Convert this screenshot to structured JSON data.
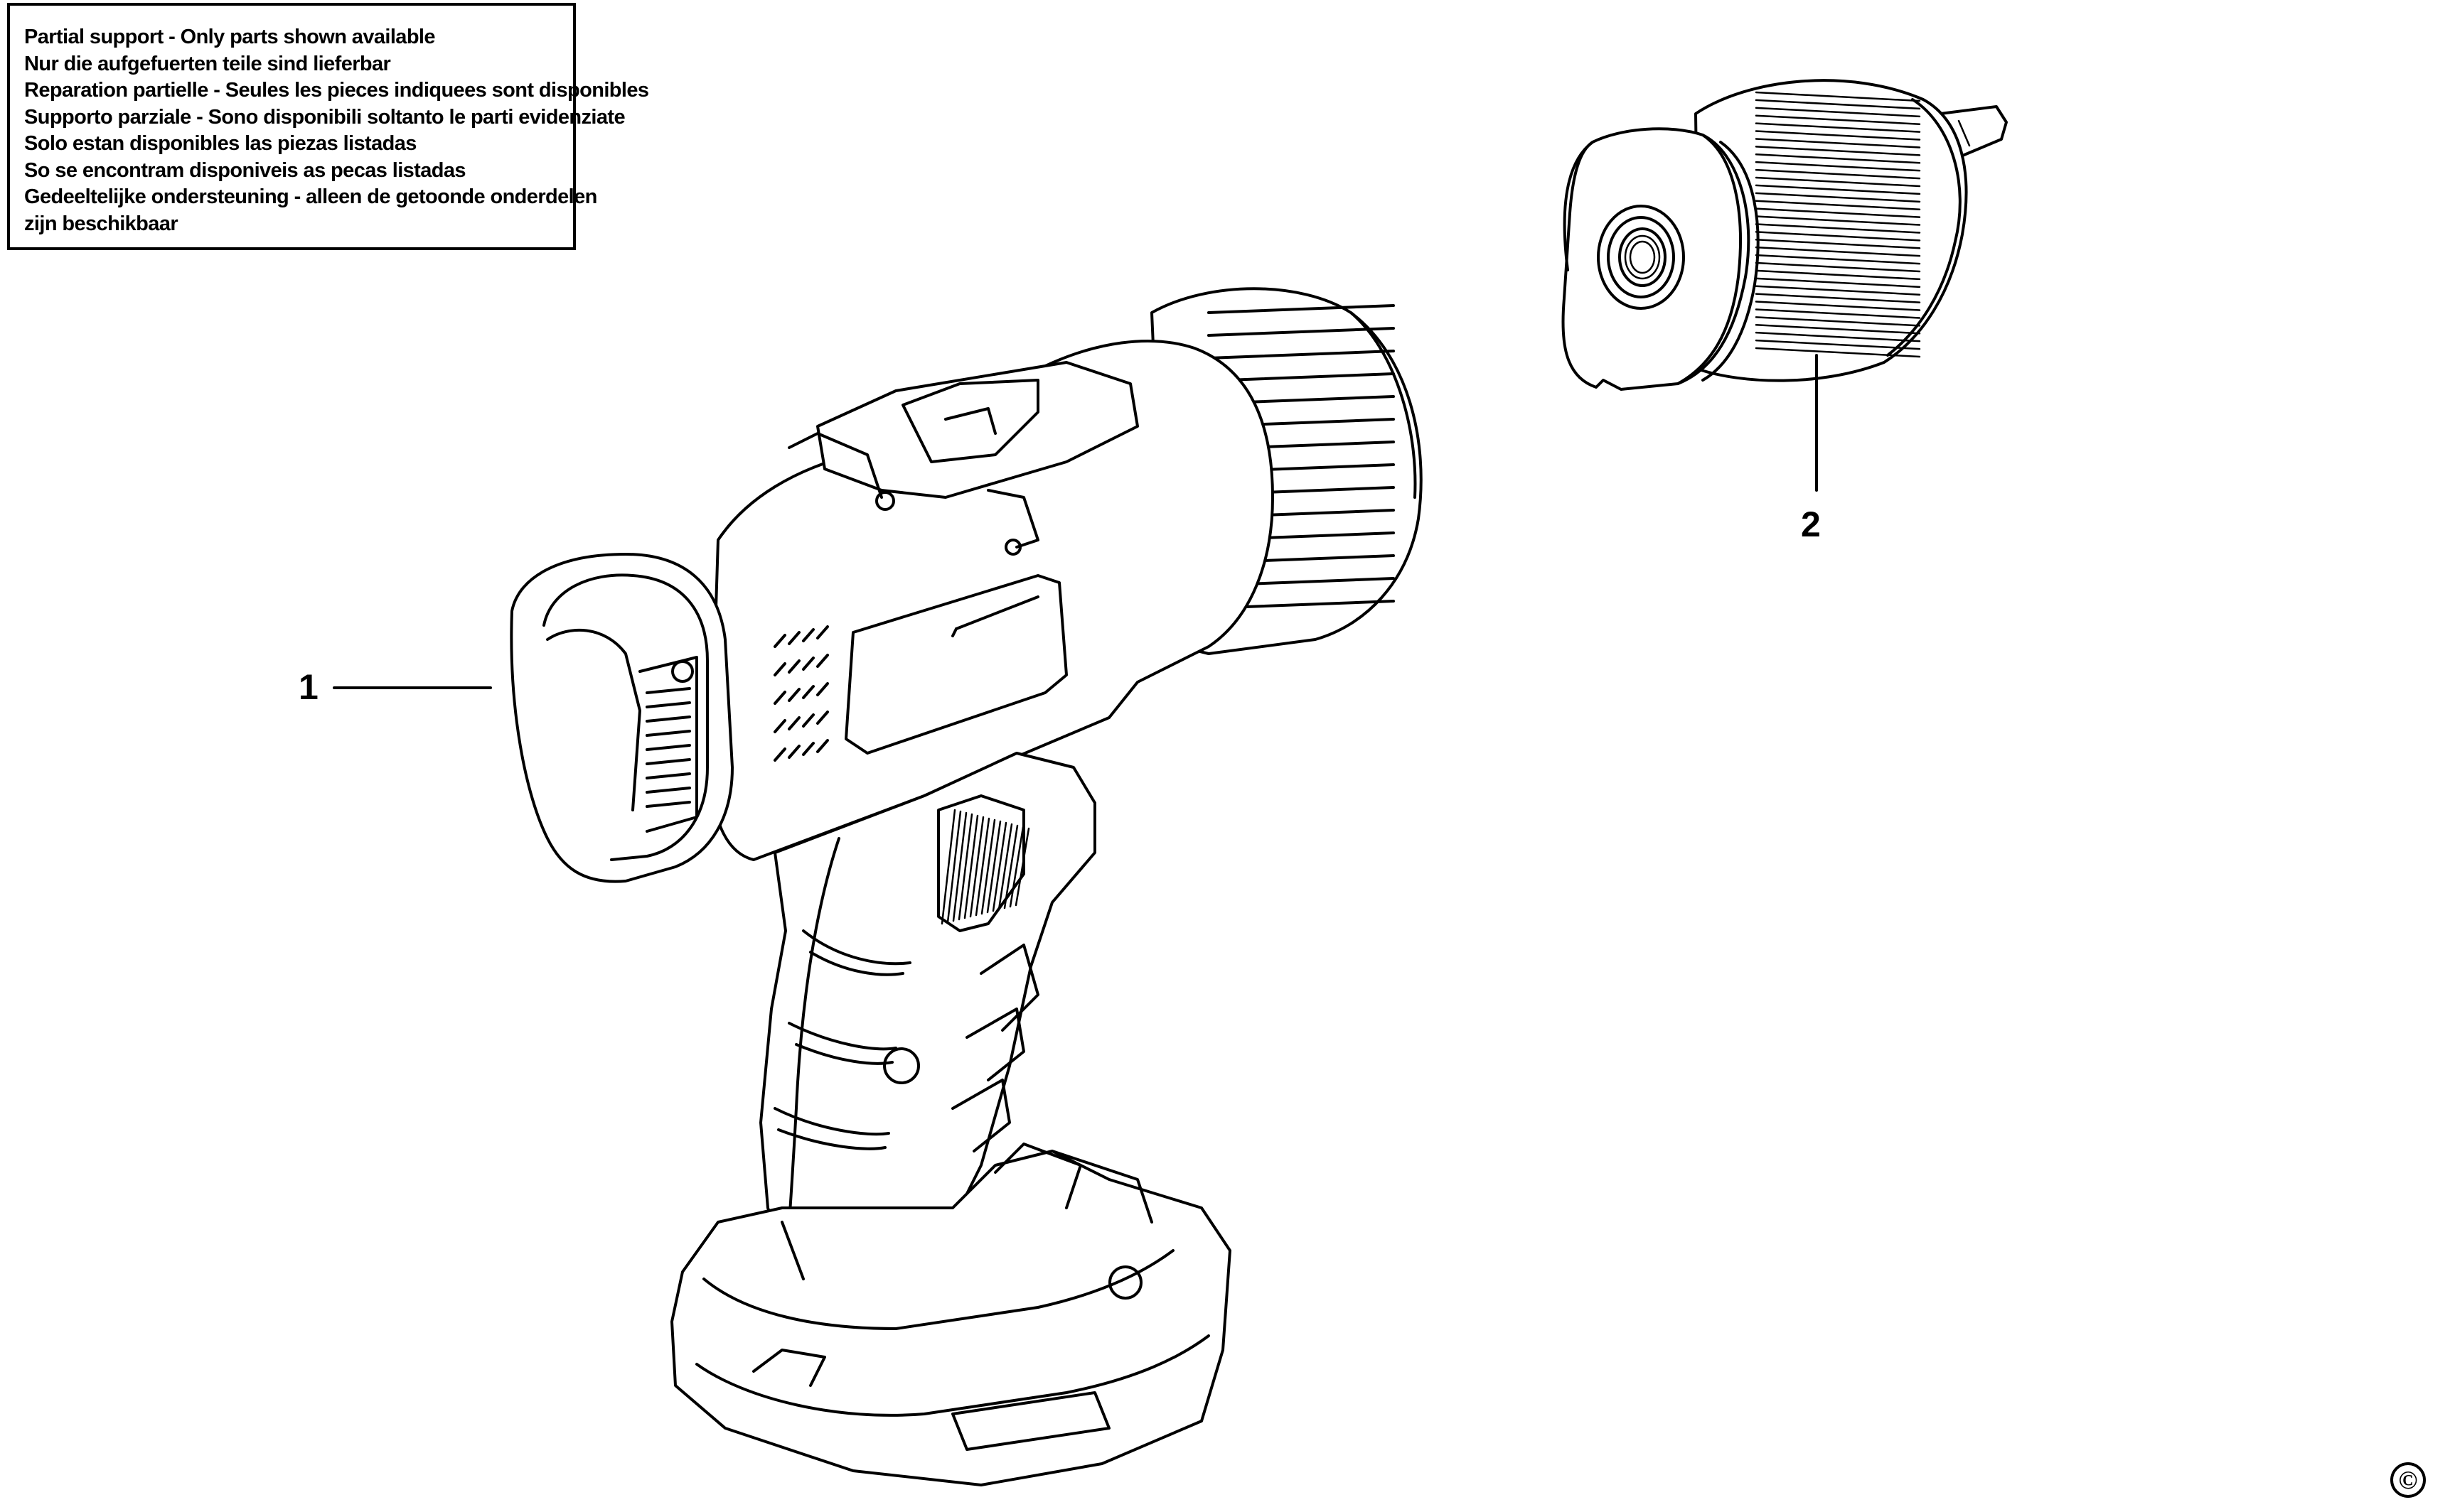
{
  "notice_lines": [
    "Partial support - Only parts shown available",
    "Nur die aufgefuerten teile sind lieferbar",
    "Reparation partielle - Seules les pieces indiquees sont disponibles",
    "Supporto parziale - Sono disponibili soltanto le parti evidenziate",
    "Solo estan disponibles las piezas listadas",
    "So se encontram disponiveis as pecas listadas",
    "Gedeeltelijke ondersteuning - alleen de getoonde onderdelen",
    "zijn beschikbaar"
  ],
  "callouts": [
    {
      "number": "1",
      "part_icon": "drill-body-icon"
    },
    {
      "number": "2",
      "part_icon": "keyless-chuck-icon"
    }
  ],
  "copyright_symbol": "©",
  "colors": {
    "line": "#000000",
    "background": "#ffffff"
  }
}
